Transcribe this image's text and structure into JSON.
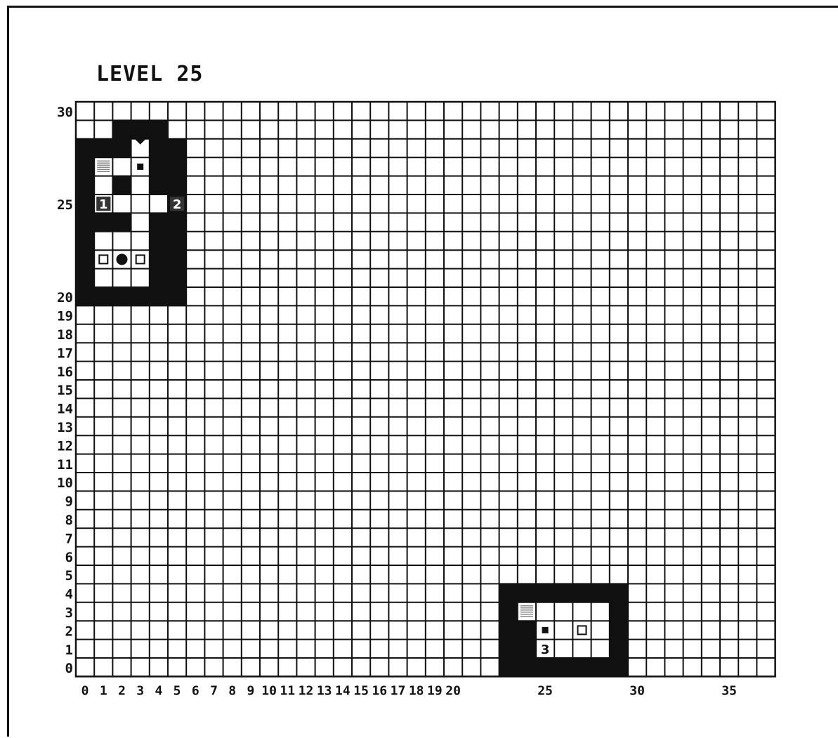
{
  "title": "LEVEL 25",
  "board": {
    "cols": 38,
    "rows": 31,
    "y_labels": [
      {
        "row": 30,
        "text": "30"
      },
      {
        "row": 25,
        "text": "25"
      },
      {
        "row": 20,
        "text": "20"
      },
      {
        "row": 19,
        "text": "19"
      },
      {
        "row": 18,
        "text": "18"
      },
      {
        "row": 17,
        "text": "17"
      },
      {
        "row": 16,
        "text": "16"
      },
      {
        "row": 15,
        "text": "15"
      },
      {
        "row": 14,
        "text": "14"
      },
      {
        "row": 13,
        "text": "13"
      },
      {
        "row": 12,
        "text": "12"
      },
      {
        "row": 11,
        "text": "11"
      },
      {
        "row": 10,
        "text": "10"
      },
      {
        "row": 9,
        "text": "9"
      },
      {
        "row": 8,
        "text": "8"
      },
      {
        "row": 7,
        "text": "7"
      },
      {
        "row": 6,
        "text": "6"
      },
      {
        "row": 5,
        "text": "5"
      },
      {
        "row": 4,
        "text": "4"
      },
      {
        "row": 3,
        "text": "3"
      },
      {
        "row": 2,
        "text": "2"
      },
      {
        "row": 1,
        "text": "1"
      },
      {
        "row": 0,
        "text": "0"
      }
    ],
    "x_labels": [
      {
        "col": 0,
        "text": "0"
      },
      {
        "col": 1,
        "text": "1"
      },
      {
        "col": 2,
        "text": "2"
      },
      {
        "col": 3,
        "text": "3"
      },
      {
        "col": 4,
        "text": "4"
      },
      {
        "col": 5,
        "text": "5"
      },
      {
        "col": 6,
        "text": "6"
      },
      {
        "col": 7,
        "text": "7"
      },
      {
        "col": 8,
        "text": "8"
      },
      {
        "col": 9,
        "text": "9"
      },
      {
        "col": 10,
        "text": "10"
      },
      {
        "col": 11,
        "text": "11"
      },
      {
        "col": 12,
        "text": "12"
      },
      {
        "col": 13,
        "text": "13"
      },
      {
        "col": 14,
        "text": "14"
      },
      {
        "col": 15,
        "text": "15"
      },
      {
        "col": 16,
        "text": "16"
      },
      {
        "col": 17,
        "text": "17"
      },
      {
        "col": 18,
        "text": "18"
      },
      {
        "col": 19,
        "text": "19"
      },
      {
        "col": 20,
        "text": "20"
      },
      {
        "col": 25,
        "text": "25"
      },
      {
        "col": 30,
        "text": "30"
      },
      {
        "col": 35,
        "text": "35"
      }
    ],
    "walls": [
      [
        2,
        29
      ],
      [
        3,
        29
      ],
      [
        4,
        29
      ],
      [
        0,
        28
      ],
      [
        1,
        28
      ],
      [
        2,
        28
      ],
      [
        4,
        28
      ],
      [
        5,
        28
      ],
      [
        0,
        27
      ],
      [
        4,
        27
      ],
      [
        5,
        27
      ],
      [
        0,
        26
      ],
      [
        2,
        26
      ],
      [
        4,
        26
      ],
      [
        5,
        26
      ],
      [
        0,
        25
      ],
      [
        5,
        25
      ],
      [
        0,
        24
      ],
      [
        1,
        24
      ],
      [
        2,
        24
      ],
      [
        4,
        24
      ],
      [
        5,
        24
      ],
      [
        0,
        23
      ],
      [
        4,
        23
      ],
      [
        5,
        23
      ],
      [
        0,
        22
      ],
      [
        4,
        22
      ],
      [
        5,
        22
      ],
      [
        0,
        21
      ],
      [
        4,
        21
      ],
      [
        5,
        21
      ],
      [
        0,
        20
      ],
      [
        1,
        20
      ],
      [
        2,
        20
      ],
      [
        3,
        20
      ],
      [
        4,
        20
      ],
      [
        5,
        20
      ],
      [
        23,
        4
      ],
      [
        24,
        4
      ],
      [
        25,
        4
      ],
      [
        26,
        4
      ],
      [
        27,
        4
      ],
      [
        28,
        4
      ],
      [
        29,
        4
      ],
      [
        23,
        3
      ],
      [
        29,
        3
      ],
      [
        23,
        2
      ],
      [
        24,
        2
      ],
      [
        29,
        2
      ],
      [
        23,
        1
      ],
      [
        24,
        1
      ],
      [
        29,
        1
      ],
      [
        23,
        0
      ],
      [
        24,
        0
      ],
      [
        25,
        0
      ],
      [
        26,
        0
      ],
      [
        27,
        0
      ],
      [
        28,
        0
      ],
      [
        29,
        0
      ]
    ],
    "objects": [
      {
        "type": "stairs-icon",
        "col": 1,
        "row": 27
      },
      {
        "type": "stairs-icon",
        "col": 24,
        "row": 3
      },
      {
        "type": "door-arrow-icon",
        "col": 3,
        "row": 28
      },
      {
        "type": "small-block-icon",
        "col": 3,
        "row": 27
      },
      {
        "type": "small-block-icon",
        "col": 25,
        "row": 2
      },
      {
        "type": "target-square-icon",
        "col": 1,
        "row": 22
      },
      {
        "type": "target-square-icon",
        "col": 3,
        "row": 22
      },
      {
        "type": "target-square-icon",
        "col": 27,
        "row": 2
      },
      {
        "type": "ball-icon",
        "col": 2,
        "row": 22
      }
    ],
    "markers": [
      {
        "text": "1",
        "col": 1,
        "row": 25,
        "style": "dark"
      },
      {
        "text": "2",
        "col": 5,
        "row": 25,
        "style": "dark"
      },
      {
        "text": "3",
        "col": 25,
        "row": 1,
        "style": "light"
      }
    ]
  },
  "colors": {
    "wall": "#111111",
    "grid": "#111111",
    "background": "#ffffff",
    "stairs": "#888888"
  }
}
